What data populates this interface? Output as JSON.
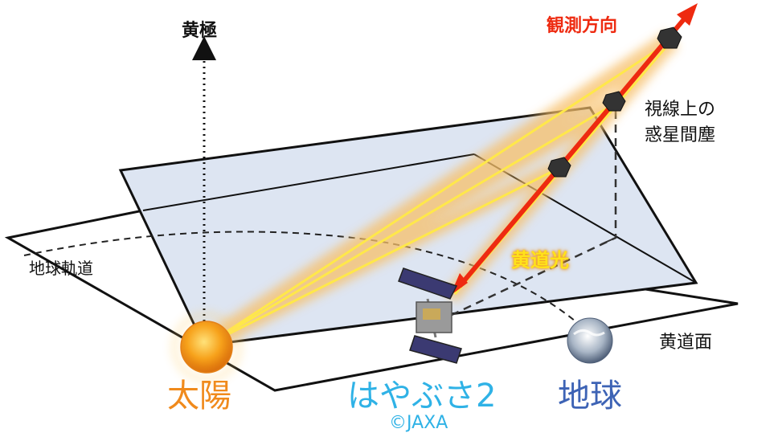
{
  "labels": {
    "ecliptic_pole": "黄極",
    "view_direction": "観測方向",
    "line_of_sight_dust_1": "視線上の",
    "line_of_sight_dust_2": "惑星間塵",
    "earth_orbit": "地球軌道",
    "zodiacal_light": "黄道光",
    "ecliptic_plane": "黄道面",
    "sun": "太陽",
    "hayabusa2": "はやぶさ2",
    "earth": "地球",
    "credit": "©JAXA"
  },
  "colors": {
    "sun_label": "#f08a1c",
    "hayabusa2_label": "#2fb2e6",
    "earth_label": "#3d63b5",
    "view_direction": "#ee2a10",
    "zodiacal_light": "#ffe21a",
    "plane_fill": "#dde5f2",
    "ray": "#ffe84a"
  }
}
